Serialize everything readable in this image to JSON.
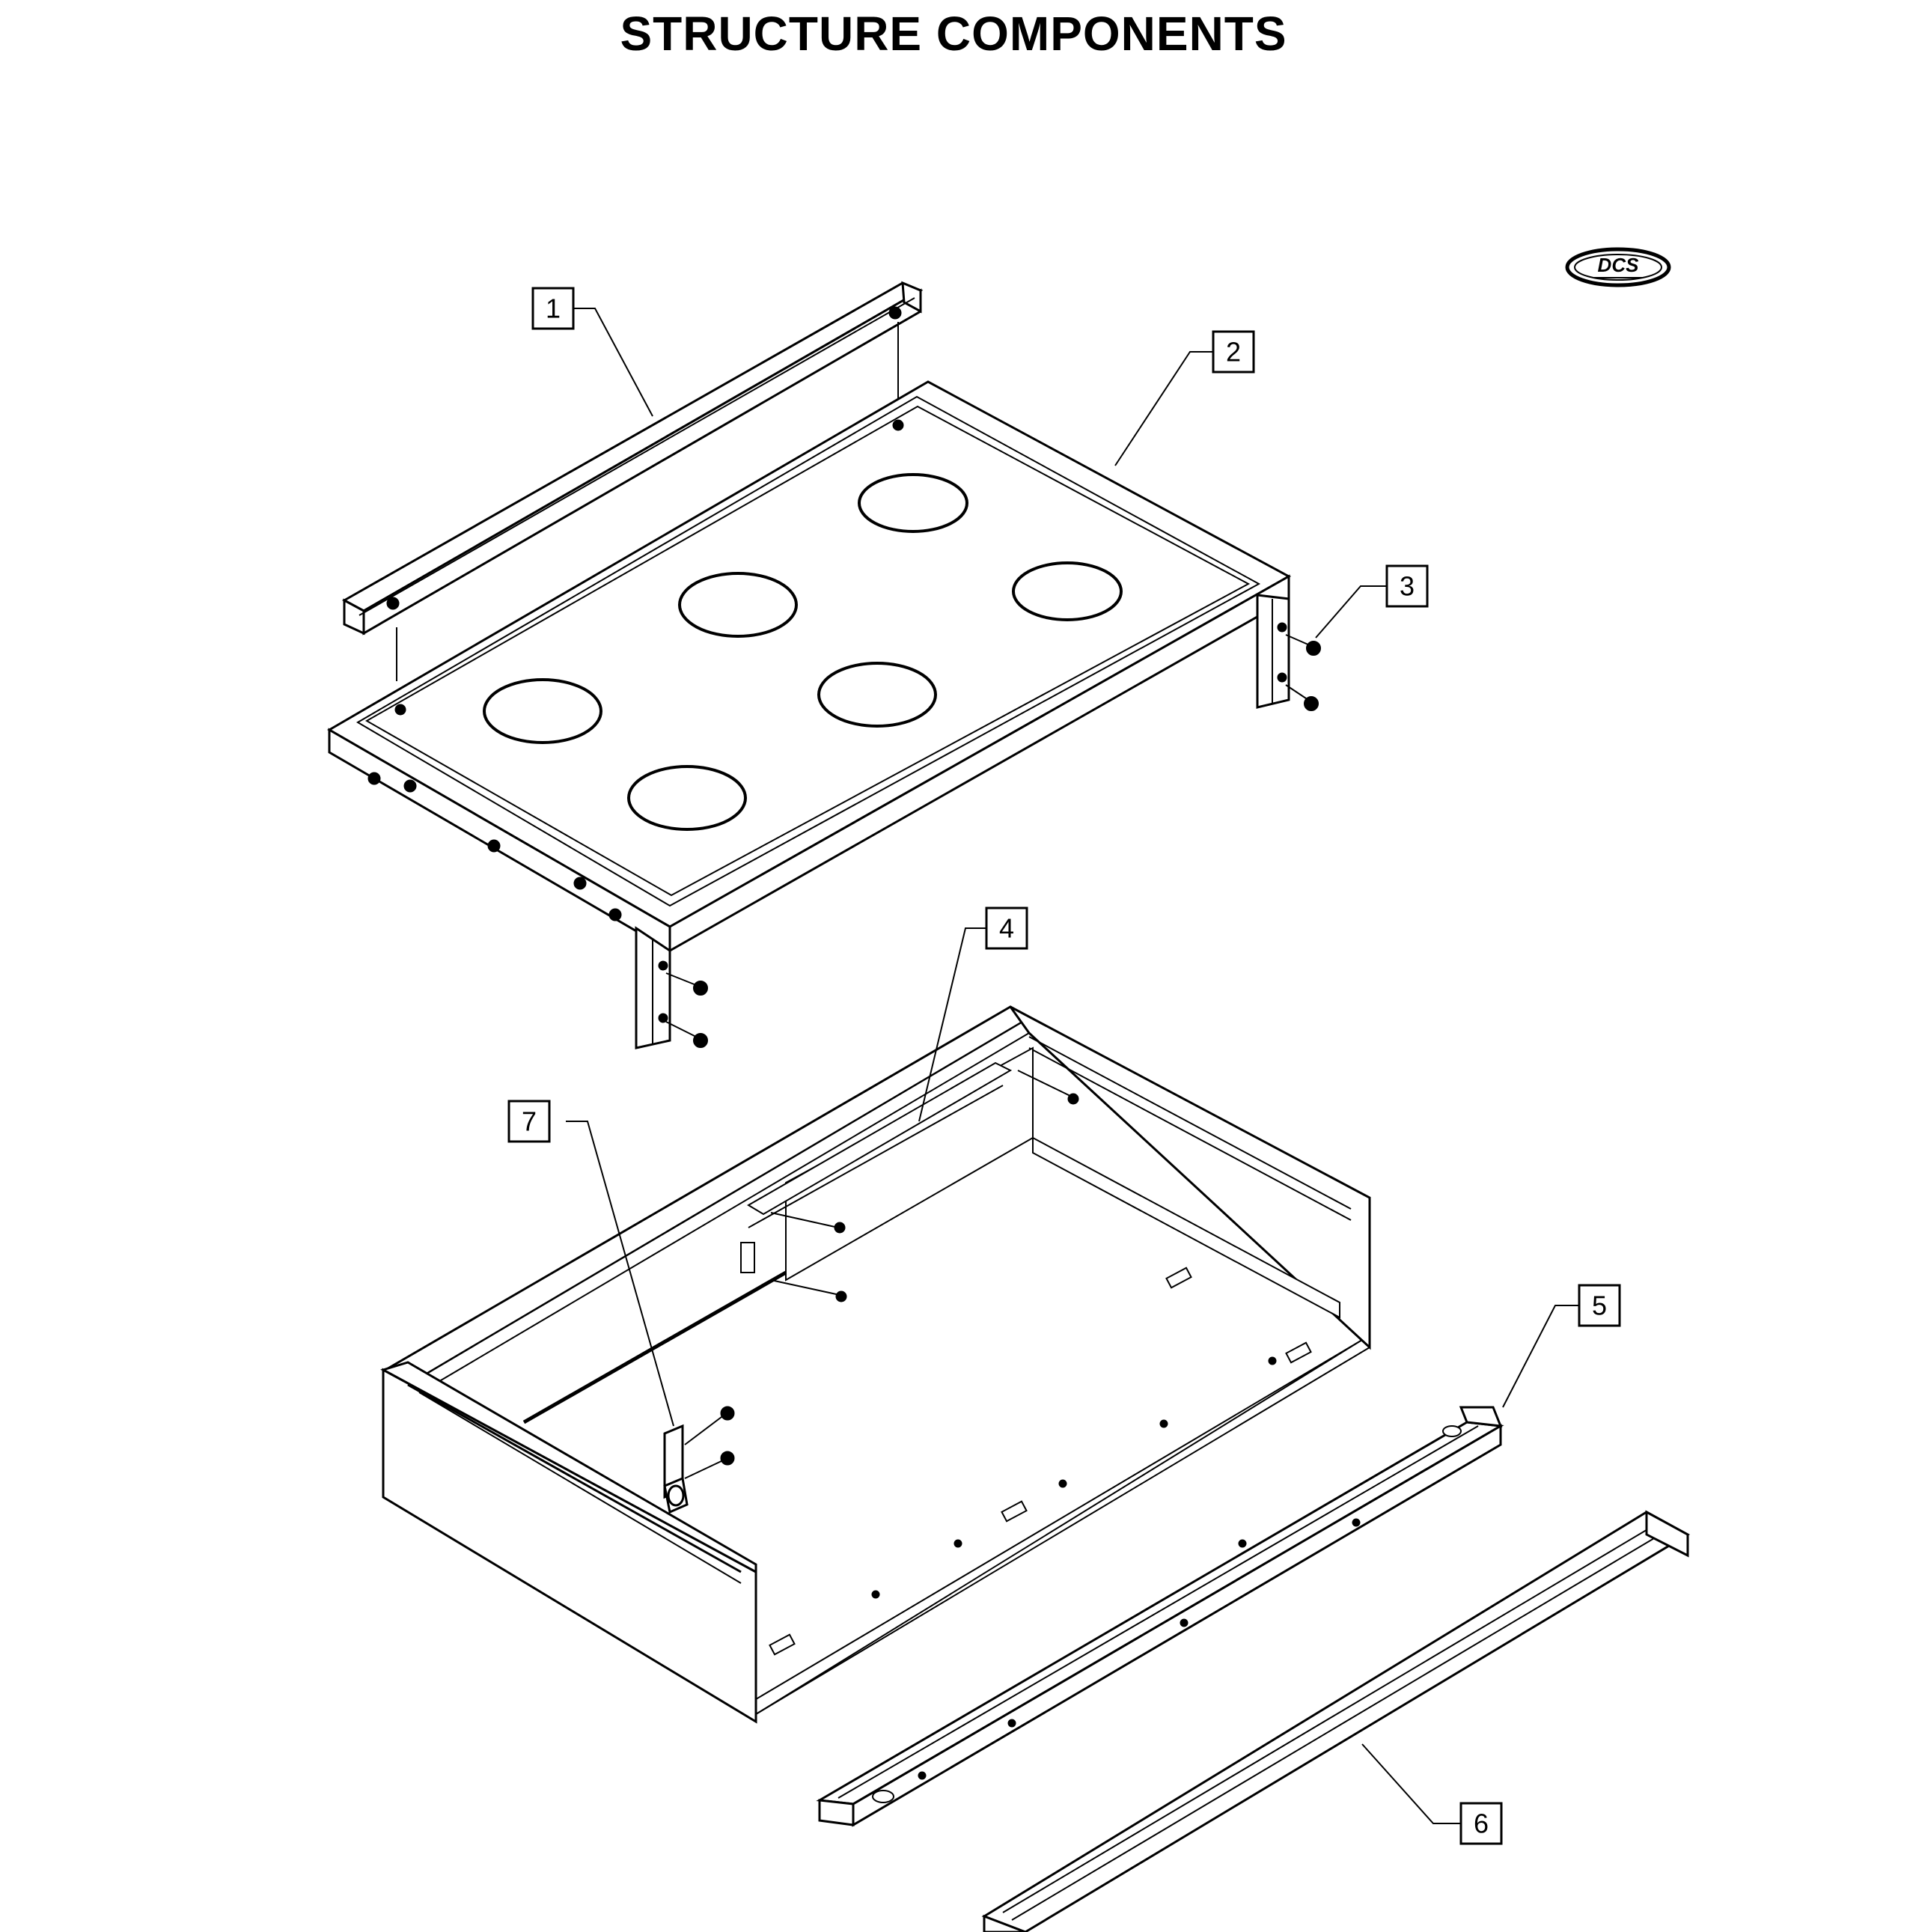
{
  "title": "STRUCTURE COMPONENTS",
  "logo": {
    "text": "DCS",
    "icon": "dcs-logo-icon"
  },
  "callouts": [
    {
      "number": "1",
      "part": "rear-trim-rail"
    },
    {
      "number": "2",
      "part": "cooktop-frame"
    },
    {
      "number": "3",
      "part": "mounting-screws"
    },
    {
      "number": "4",
      "part": "rear-support-channel"
    },
    {
      "number": "5",
      "part": "front-bottom-rail"
    },
    {
      "number": "6",
      "part": "front-trim-strip"
    },
    {
      "number": "7",
      "part": "side-bracket"
    }
  ],
  "colors": {
    "line": "#000000",
    "background": "#ffffff",
    "hole_fill": "#ffffff"
  }
}
